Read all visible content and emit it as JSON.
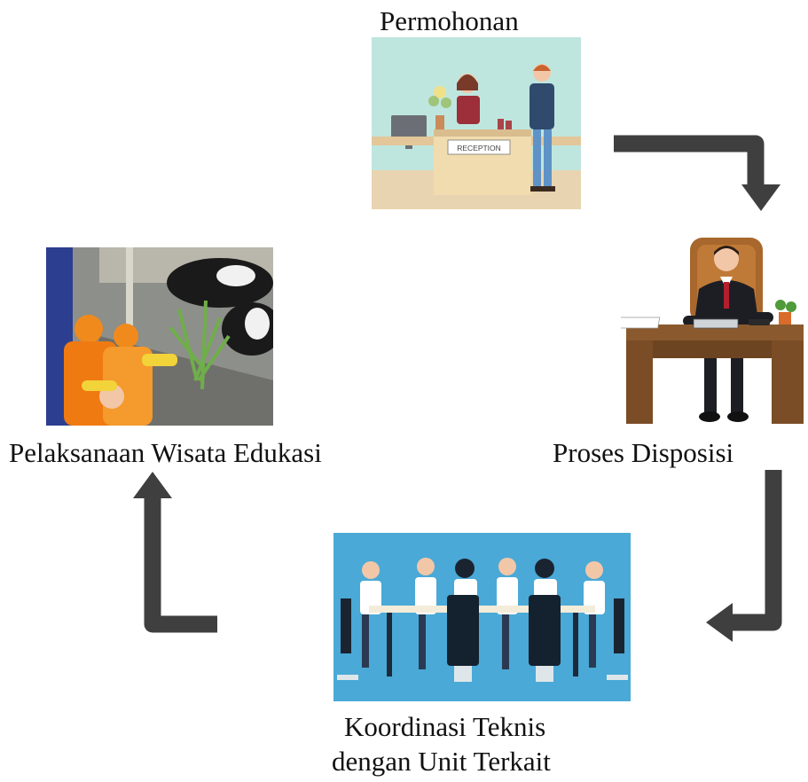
{
  "diagram": {
    "steps": [
      {
        "id": "permohonan",
        "label": "Permohonan",
        "sign_text": "RECEPTION"
      },
      {
        "id": "disposisi",
        "label": "Proses Disposisi"
      },
      {
        "id": "koordinasi",
        "label_line1": "Koordinasi Teknis",
        "label_line2": "dengan Unit Terkait"
      },
      {
        "id": "pelaksanaan",
        "label": "Pelaksanaan Wisata Edukasi"
      }
    ],
    "colors": {
      "arrow": "#3f3f3f",
      "reception_bg": "#bfe6de",
      "meeting_bg": "#4aa9d6",
      "desk": "#8a5a2e"
    }
  }
}
